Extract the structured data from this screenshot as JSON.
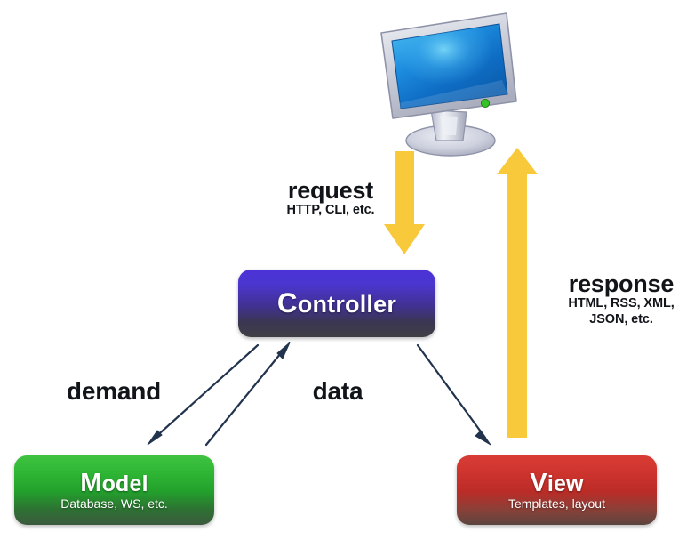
{
  "diagram": {
    "type": "mvc-architecture-flow",
    "background_color": "#ffffff",
    "nodes": [
      {
        "id": "controller",
        "title_cap": "C",
        "title_rest": "ontroller",
        "title_full": "Controller",
        "subtitle": "",
        "color_top": "#4b32d8",
        "color_bottom": "#3f3f45"
      },
      {
        "id": "model",
        "title_cap": "M",
        "title_rest": "odel",
        "title_full": "Model",
        "subtitle": "Database, WS, etc.",
        "color_top": "#3fc341",
        "color_bottom": "#3c5a3d"
      },
      {
        "id": "view",
        "title_cap": "V",
        "title_rest": "iew",
        "title_full": "View",
        "subtitle": "Templates, layout",
        "color_top": "#d83c35",
        "color_bottom": "#5b453f"
      }
    ],
    "edge_labels": [
      {
        "id": "request",
        "main": "request",
        "sub_lines": [
          "HTTP, CLI, etc."
        ],
        "sub": "HTTP, CLI, etc.",
        "arrow_color": "#f9c93c",
        "direction": "client-to-controller"
      },
      {
        "id": "response",
        "main": "response",
        "sub_lines": [
          "HTML, RSS, XML,",
          "JSON, etc."
        ],
        "sub": "HTML, RSS, XML, JSON, etc.",
        "arrow_color": "#f9c93c",
        "direction": "view-to-client"
      },
      {
        "id": "demand",
        "main": "demand",
        "sub_lines": [],
        "sub": "",
        "arrow_color": "#22344d",
        "direction": "controller-to-model"
      },
      {
        "id": "data",
        "main": "data",
        "sub_lines": [],
        "sub": "",
        "arrow_color": "#22344d",
        "direction": "model-to-controller"
      }
    ],
    "client": {
      "icon": "computer-monitor-icon",
      "screen_color": "#1f8fe0",
      "bezel_color": "#cfd2dc",
      "led_color": "#34c224"
    }
  }
}
